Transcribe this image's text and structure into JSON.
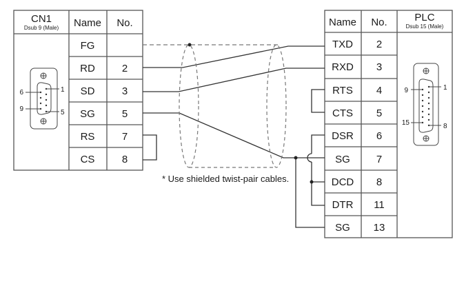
{
  "left": {
    "connector_title": "CN1",
    "connector_subtitle": "Dsub 9 (Male)",
    "headers": {
      "name": "Name",
      "no": "No."
    },
    "rows": [
      {
        "name": "FG",
        "no": ""
      },
      {
        "name": "RD",
        "no": "2"
      },
      {
        "name": "SD",
        "no": "3"
      },
      {
        "name": "SG",
        "no": "5"
      },
      {
        "name": "RS",
        "no": "7"
      },
      {
        "name": "CS",
        "no": "8"
      }
    ],
    "pin_labels": {
      "top_left": "6",
      "top_right": "1",
      "bottom_left": "9",
      "bottom_right": "5"
    }
  },
  "right": {
    "connector_title": "PLC",
    "connector_subtitle": "Dsub 15 (Male)",
    "headers": {
      "name": "Name",
      "no": "No."
    },
    "rows": [
      {
        "name": "TXD",
        "no": "2"
      },
      {
        "name": "RXD",
        "no": "3"
      },
      {
        "name": "RTS",
        "no": "4"
      },
      {
        "name": "CTS",
        "no": "5"
      },
      {
        "name": "DSR",
        "no": "6"
      },
      {
        "name": "SG",
        "no": "7"
      },
      {
        "name": "DCD",
        "no": "8"
      },
      {
        "name": "DTR",
        "no": "11"
      },
      {
        "name": "SG",
        "no": "13"
      }
    ],
    "pin_labels": {
      "top_left": "9",
      "top_right": "1",
      "bottom_left": "15",
      "bottom_right": "8"
    }
  },
  "note": "* Use shielded twist-pair cables.",
  "connections": [
    {
      "from": "FG",
      "to": "shield"
    },
    {
      "from": "RD 2",
      "to": "TXD 2"
    },
    {
      "from": "SD 3",
      "to": "RXD 3"
    },
    {
      "from": "SG 5",
      "to": "SG 7 / SG 13"
    },
    {
      "from": "RS 7",
      "to": "CS 8"
    },
    {
      "from": "RTS 4",
      "to": "CTS 5"
    },
    {
      "from": "DSR 6",
      "to": "DCD 8 / DTR 11"
    }
  ]
}
